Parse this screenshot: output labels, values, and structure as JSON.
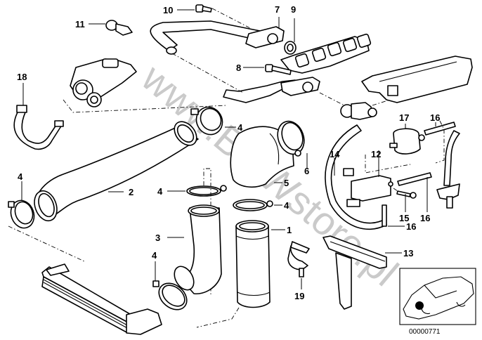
{
  "diagram": {
    "title": "Charge air / intercooler and exhaust recirculation parts diagram",
    "watermark": "www.BMWstore.pl",
    "reference_number": "00000771",
    "accent_color": "#000000",
    "watermark_color": "#bdbdbd"
  },
  "callouts": [
    {
      "id": "c1",
      "label": "1",
      "part": "charge-air-pipe-sleeve"
    },
    {
      "id": "c2",
      "label": "2",
      "part": "charge-air-hose-long"
    },
    {
      "id": "c3",
      "label": "3",
      "part": "charge-air-hose-elbow"
    },
    {
      "id": "c4a",
      "label": "4",
      "part": "hose-clamp"
    },
    {
      "id": "c4b",
      "label": "4",
      "part": "hose-clamp"
    },
    {
      "id": "c4c",
      "label": "4",
      "part": "hose-clamp"
    },
    {
      "id": "c4d",
      "label": "4",
      "part": "hose-clamp"
    },
    {
      "id": "c4e",
      "label": "4",
      "part": "hose-clamp"
    },
    {
      "id": "c5",
      "label": "5",
      "part": "elbow-hose"
    },
    {
      "id": "c6",
      "label": "6",
      "part": "hose-clamp-large"
    },
    {
      "id": "c7",
      "label": "7",
      "part": "egr-pipe-gasket"
    },
    {
      "id": "c8",
      "label": "8",
      "part": "bolt"
    },
    {
      "id": "c9",
      "label": "9",
      "part": "seal-ring"
    },
    {
      "id": "c10",
      "label": "10",
      "part": "bolt"
    },
    {
      "id": "c11",
      "label": "11",
      "part": "pipe-clip"
    },
    {
      "id": "c12",
      "label": "12",
      "part": "pressure-converter"
    },
    {
      "id": "c13",
      "label": "13",
      "part": "bracket"
    },
    {
      "id": "c14",
      "label": "14",
      "part": "connector"
    },
    {
      "id": "c15",
      "label": "15",
      "part": "screw"
    },
    {
      "id": "c16a",
      "label": "16",
      "part": "vacuum-hose"
    },
    {
      "id": "c16b",
      "label": "16",
      "part": "vacuum-hose"
    },
    {
      "id": "c16c",
      "label": "16",
      "part": "vacuum-hose"
    },
    {
      "id": "c17",
      "label": "17",
      "part": "filter"
    },
    {
      "id": "c18",
      "label": "18",
      "part": "holder-strap"
    },
    {
      "id": "c19",
      "label": "19",
      "part": "hose-clip"
    }
  ]
}
